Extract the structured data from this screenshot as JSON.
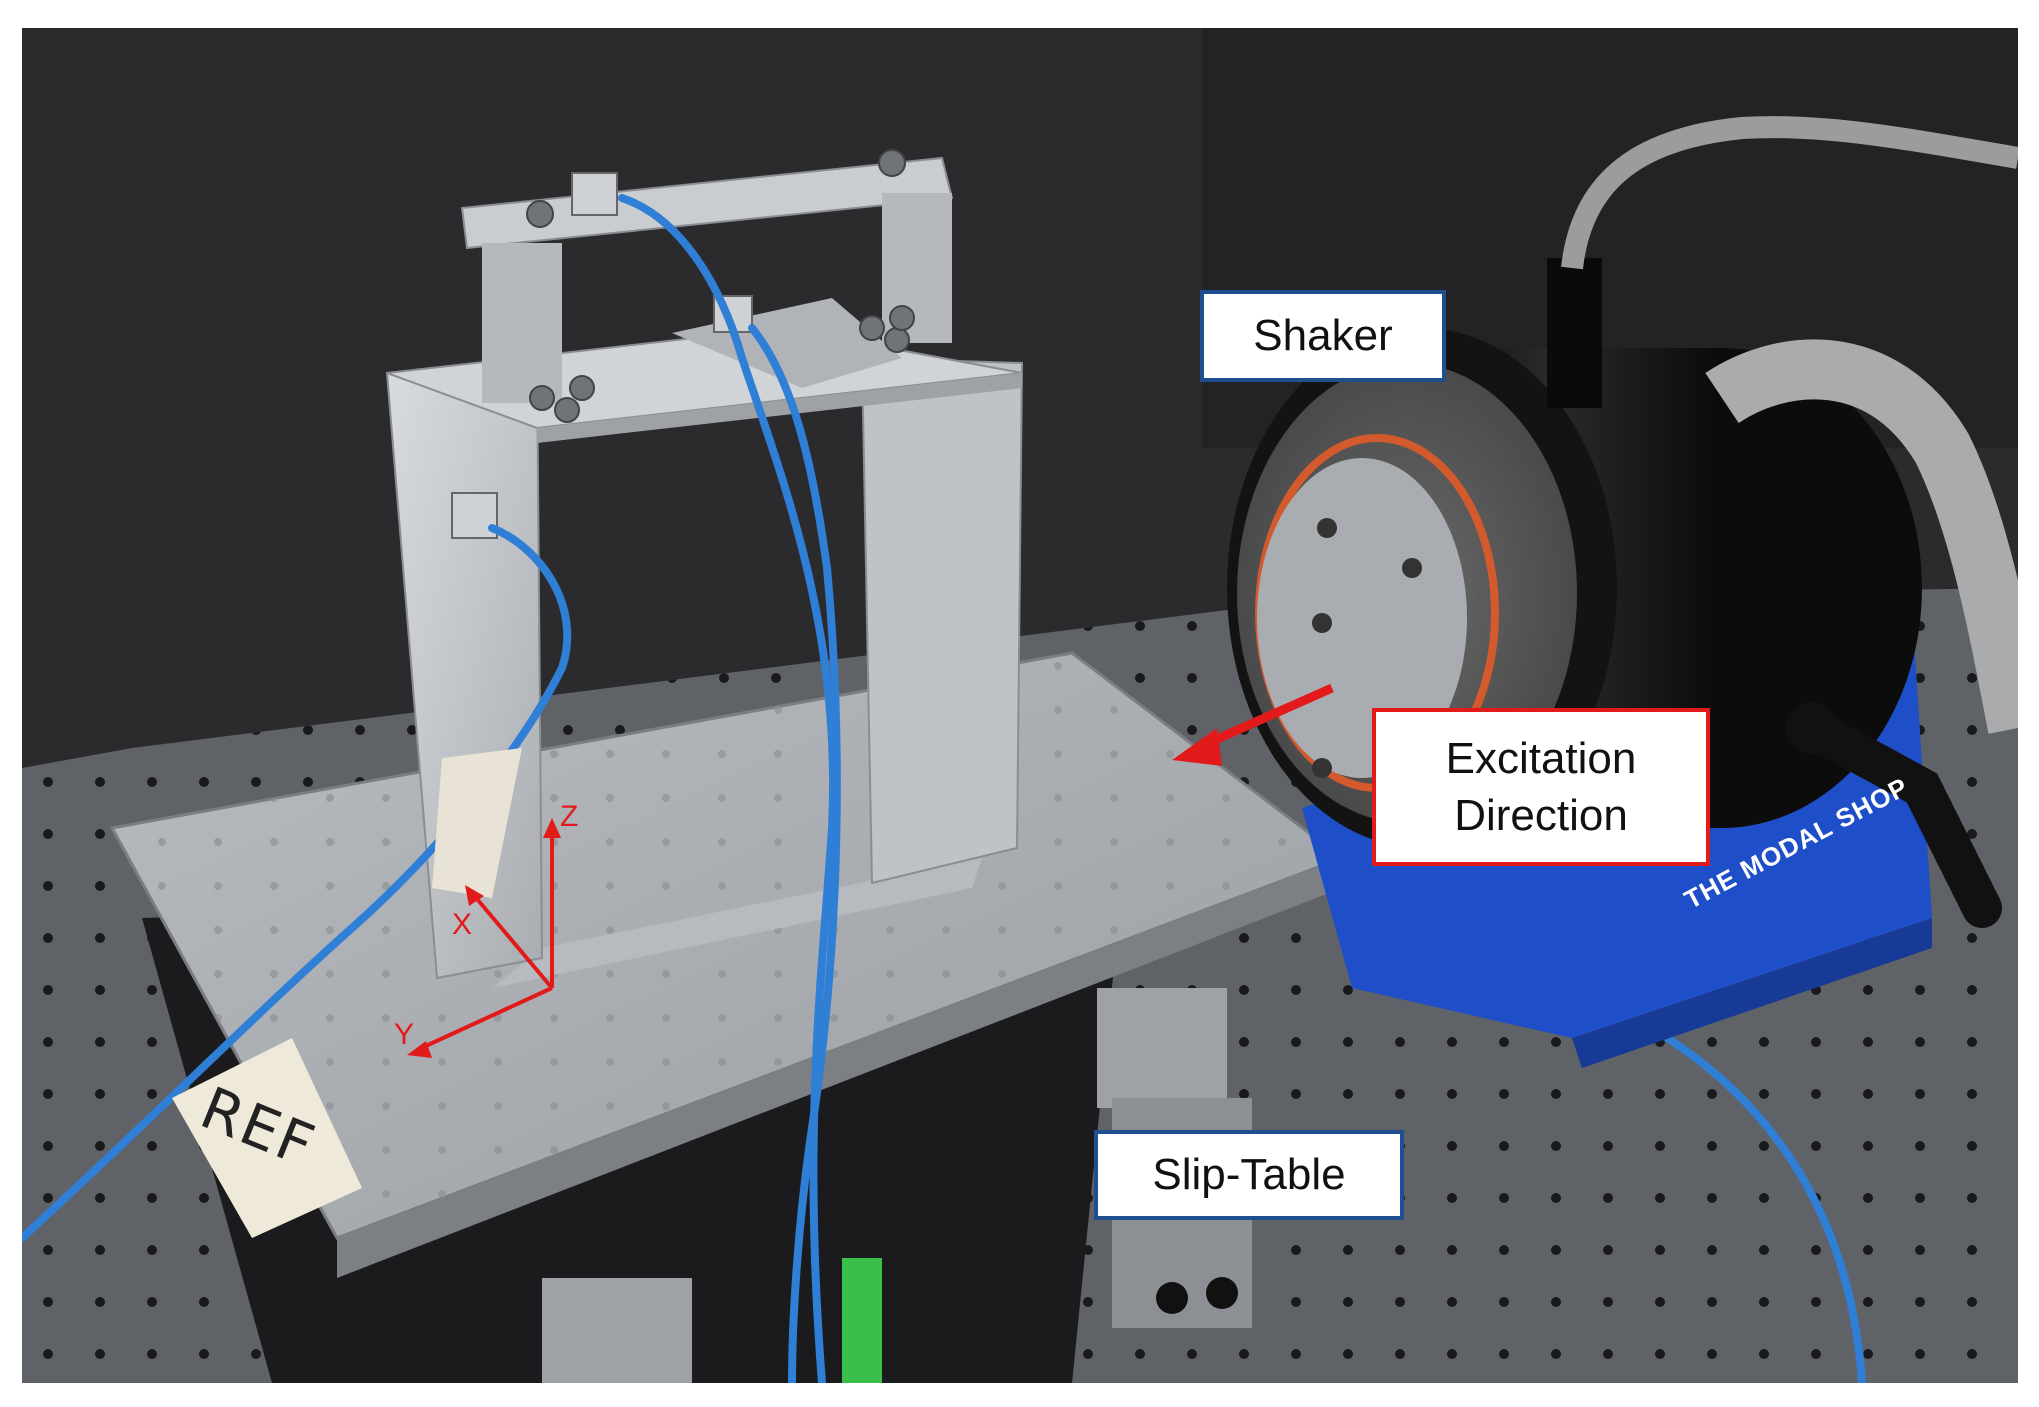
{
  "labels": {
    "shaker": "Shaker",
    "excitation_line1": "Excitation",
    "excitation_line2": "Direction",
    "slip_table": "Slip-Table"
  },
  "axes": {
    "x": "X",
    "y": "Y",
    "z": "Z",
    "color": "#e31a1a"
  },
  "photo_text": {
    "tape": "REF",
    "brand": "THE MODAL SHOP"
  },
  "colors": {
    "callout_border": "#1f4f8f",
    "callout_border_highlight": "#e31a1a",
    "arrow": "#e31a1a",
    "cable": "#2f7fd6",
    "shaker_body": "#111111",
    "shaker_base": "#1f4fc8",
    "aluminum": "#c7cacd",
    "wall": "#2b2b2d"
  }
}
